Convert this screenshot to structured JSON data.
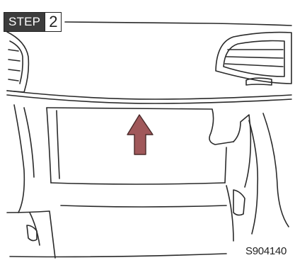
{
  "step": {
    "label": "STEP",
    "number": "2"
  },
  "figure": {
    "code": "S904140"
  },
  "arrow": {
    "direction": "up",
    "color": "#a0585a"
  }
}
